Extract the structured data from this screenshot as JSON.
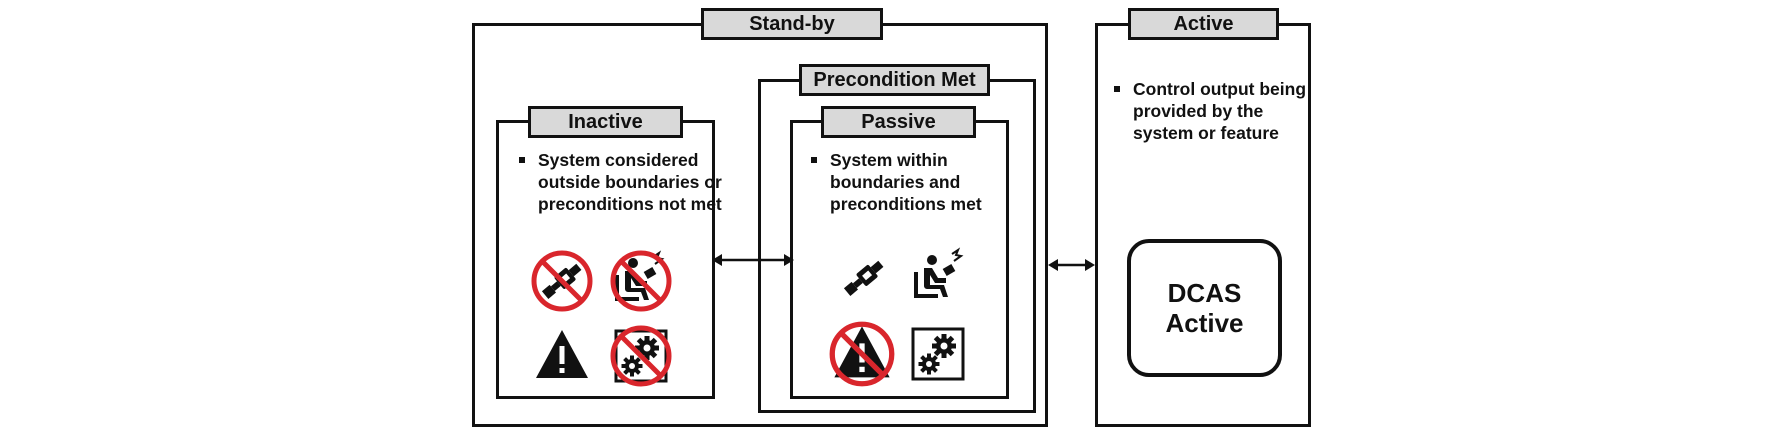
{
  "standby": {
    "label": "Stand-by"
  },
  "active": {
    "label": "Active",
    "description": "Control output being provided by the system or feature",
    "dcas_line1": "DCAS",
    "dcas_line2": "Active"
  },
  "precondition_met": {
    "label": "Precondition Met"
  },
  "inactive": {
    "label": "Inactive",
    "description": "System considered outside boundaries or preconditions not met",
    "icons": [
      "seatbelt-icon-prohibited",
      "driver-attention-icon-prohibited",
      "warning-icon",
      "gears-icon-prohibited"
    ]
  },
  "passive": {
    "label": "Passive",
    "description": "System within boundaries and preconditions met",
    "icons": [
      "seatbelt-icon",
      "driver-attention-icon",
      "warning-icon-prohibited",
      "gears-icon"
    ]
  },
  "colors": {
    "prohibit": "#d9262c",
    "tab_fill": "#d9d9d9",
    "line": "#111111"
  }
}
